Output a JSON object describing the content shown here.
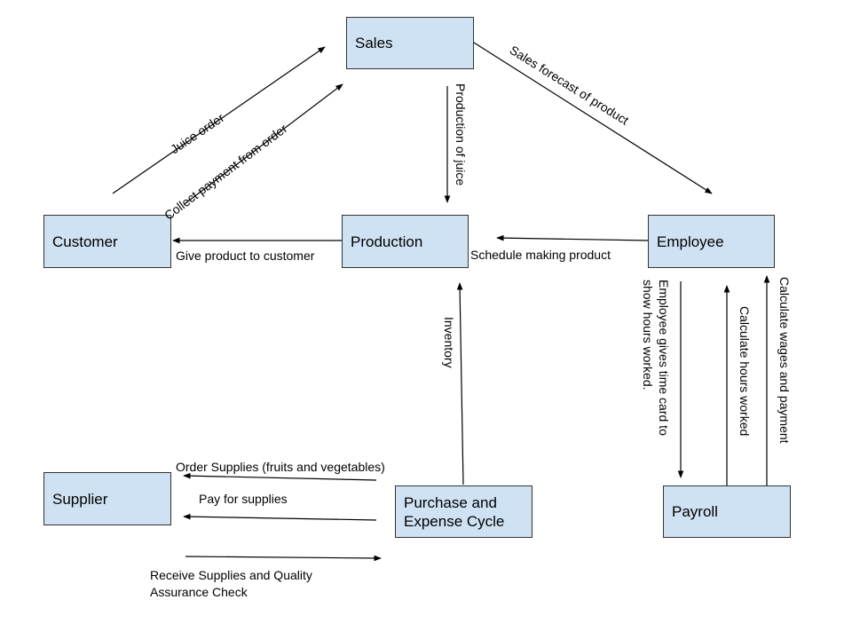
{
  "diagram": {
    "nodes": {
      "sales": "Sales",
      "customer": "Customer",
      "production": "Production",
      "employee": "Employee",
      "supplier": "Supplier",
      "purchase_line1": "Purchase and",
      "purchase_line2": "Expense Cycle",
      "payroll": "Payroll"
    },
    "edges": {
      "juice_order": "Juice order",
      "collect_payment": "Collect payment from order",
      "production_of_juice": "Production of juice",
      "sales_forecast": "Sales forecast of product",
      "give_product": "Give product to customer",
      "schedule_making": "Schedule making product",
      "inventory": "Inventory",
      "time_card_line1": "Employee gives time card to",
      "time_card_line2": "show hours worked.",
      "calculate_hours": "Calculate hours worked",
      "calculate_wages": "Calculate wages and payment",
      "order_supplies": "Order Supplies (fruits and vegetables)",
      "pay_supplies": "Pay for supplies",
      "receive_line1": "Receive Supplies and Quality",
      "receive_line2": "Assurance Check"
    },
    "colors": {
      "box_fill": "#cfe2f3",
      "box_border": "#333333",
      "line": "#000000"
    }
  }
}
